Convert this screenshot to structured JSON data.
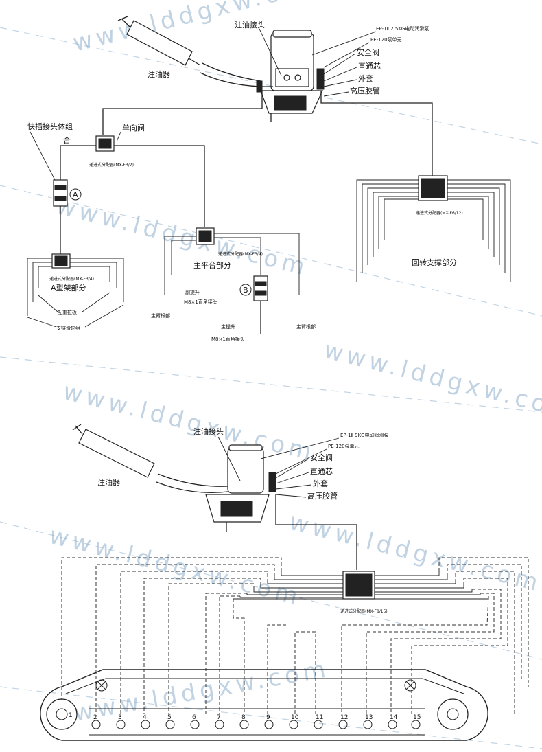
{
  "watermark": "www.lddgxw.com",
  "top_diagram": {
    "grease_gun": "注油器",
    "fill_connector": "注油接头",
    "pump_model": "EP-1Ⅱ 2.5KG电动润滑泵",
    "pump_unit": "PE-120泵单元",
    "safety_valve": "安全阀",
    "through_core": "直通芯",
    "sleeve": "外套",
    "hose": "高压胶管",
    "quick_plug": "快插接头体组",
    "quick_plug_2": "合",
    "check_valve": "单向阀",
    "dist_main": "递进式分配器(MX-F3/2)",
    "dist_a": "递进式分配器(MX-F3/4)",
    "a_frame": "A型架部分",
    "mark_a": "A",
    "support_wheel": "配重拉板",
    "chain_wheel": "支链滑轮组",
    "dist_platform": "递进式分配器(MX-F3/4)",
    "platform": "主平台部分",
    "lift_a": "副提升",
    "lift_a_spec": "M8×1直角接头",
    "mark_b": "B",
    "lift_b": "主提升",
    "lift_b_spec": "M8×1直角接头",
    "boom_a": "主臂根部",
    "boom_b": "主臂根部",
    "dist_slew": "递进式分配器(MX-F6/12)",
    "slew": "回转支撑部分"
  },
  "bottom_diagram": {
    "grease_gun": "注油器",
    "fill_connector": "注油接头",
    "pump_model": "EP-1Ⅱ 9KG电动润滑泵",
    "pump_unit": "PE-120泵单元",
    "safety_valve": "安全阀",
    "through_core": "直通芯",
    "sleeve": "外套",
    "hose": "高压胶管",
    "dist_track": "递进式分配器(MX-F8/15)",
    "points": [
      "1",
      "2",
      "3",
      "4",
      "5",
      "6",
      "7",
      "8",
      "9",
      "10",
      "11",
      "12",
      "13",
      "14",
      "15"
    ]
  }
}
